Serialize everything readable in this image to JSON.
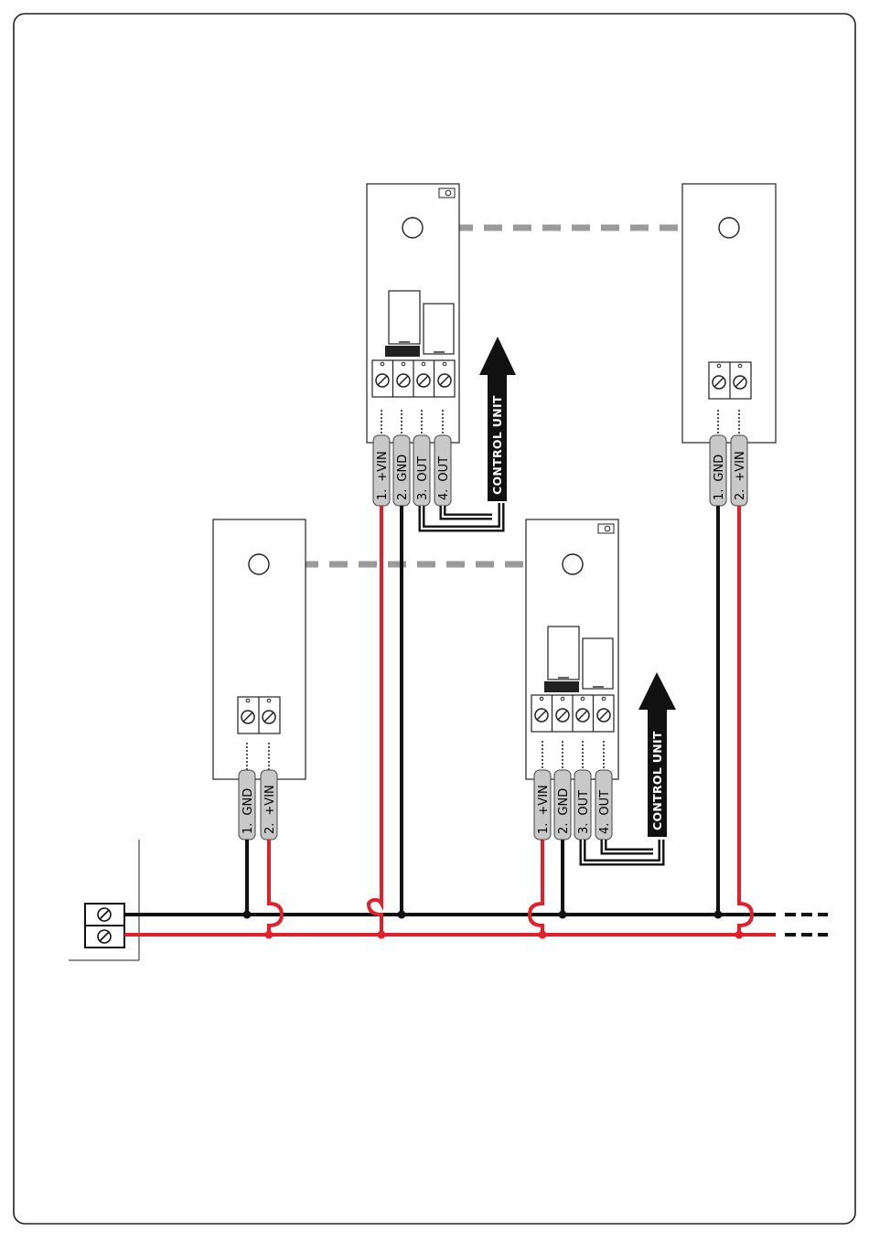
{
  "diagram": {
    "control_unit_label": "CONTROL UNIT",
    "tx_top": {
      "pins": [
        {
          "num": "1.",
          "name": "+VIN"
        },
        {
          "num": "2.",
          "name": "GND"
        },
        {
          "num": "3.",
          "name": "OUT"
        },
        {
          "num": "4.",
          "name": "OUT"
        }
      ]
    },
    "rx_top": {
      "pins": [
        {
          "num": "1.",
          "name": "GND"
        },
        {
          "num": "2.",
          "name": "+VIN"
        }
      ]
    },
    "tx_left": {
      "pins": [
        {
          "num": "1.",
          "name": "GND"
        },
        {
          "num": "2.",
          "name": "+VIN"
        }
      ]
    },
    "rx_bottom": {
      "pins": [
        {
          "num": "1.",
          "name": "+VIN"
        },
        {
          "num": "2.",
          "name": "GND"
        },
        {
          "num": "3.",
          "name": "OUT"
        },
        {
          "num": "4.",
          "name": "OUT"
        }
      ]
    },
    "colors": {
      "power_wire": "#e3202a",
      "ground_wire": "#111111",
      "beam": "#9a9a9a",
      "pin_fill": "#c8c8c8"
    }
  }
}
